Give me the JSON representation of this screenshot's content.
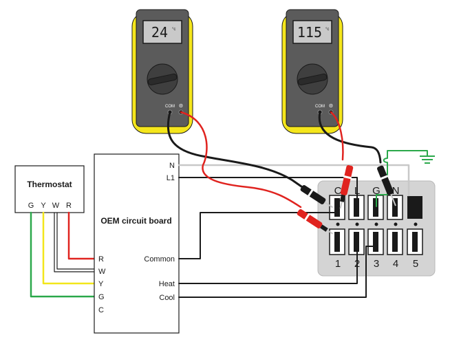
{
  "meters": {
    "left": {
      "reading": "24",
      "unit": "°c",
      "com_label": "COM",
      "probe_label": "Θ"
    },
    "right": {
      "reading": "115",
      "unit": "°c",
      "com_label": "COM",
      "probe_label": "Θ"
    }
  },
  "thermostat": {
    "title": "Thermostat",
    "terminals": [
      "G",
      "Y",
      "W",
      "R"
    ]
  },
  "board": {
    "title": "OEM circuit board",
    "left_terminals": [
      "R",
      "W",
      "Y",
      "G",
      "C"
    ],
    "right_terminals": {
      "n": "N",
      "l1": "L1",
      "common": "Common",
      "heat": "Heat",
      "cool": "Cool"
    }
  },
  "connector": {
    "top_labels": [
      "C",
      "L",
      "G",
      "N"
    ],
    "bottom_labels": [
      "1",
      "2",
      "3",
      "4",
      "5"
    ]
  },
  "colors": {
    "meter_yellow": "#f5e61c",
    "meter_body": "#5b5b5b",
    "wire_red": "#e0231f",
    "wire_black": "#1a1a1a",
    "wire_yellow": "#f2e61a",
    "wire_green": "#2aa84a",
    "wire_grey": "#c8c8c8",
    "connector_grey": "#d4d4d4"
  }
}
